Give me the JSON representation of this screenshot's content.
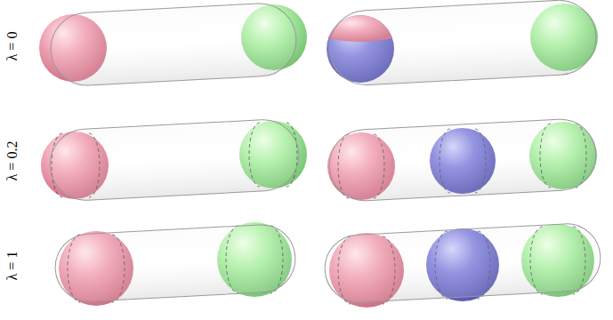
{
  "diagram": {
    "labels": [
      "λ = 0",
      "λ = 0.2",
      "λ = 1"
    ]
  }
}
